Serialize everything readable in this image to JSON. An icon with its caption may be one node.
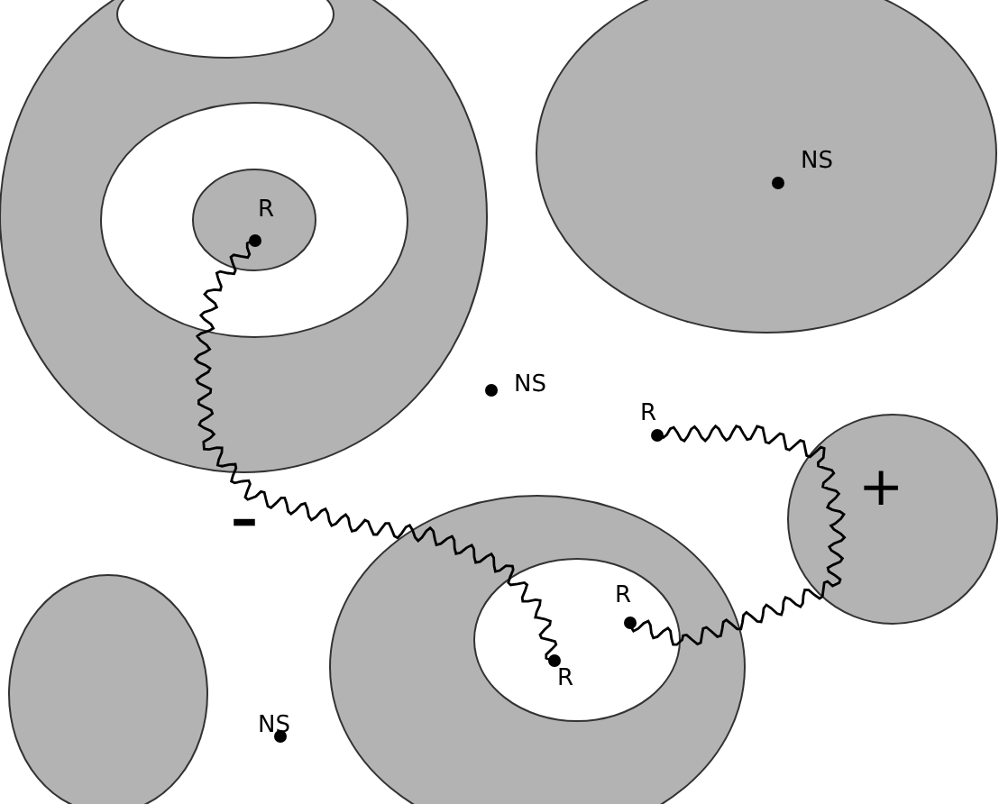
{
  "diagram": {
    "nodes": [
      {
        "text": [
          "NS"
        ]
      },
      {
        "text": [
          "R"
        ]
      },
      {
        "text": [
          "R"
        ]
      },
      {
        "text": [
          "R"
        ]
      },
      {
        "text": [
          "R"
        ]
      }
    ],
    "edges": [
      {
        "from": 1,
        "to": 3,
        "arrow": "none"
      },
      {
        "from": 2,
        "to": 4,
        "arrow": "none"
      }
    ],
    "labels": [
      "NS",
      "–",
      "+",
      "NS"
    ]
  }
}
